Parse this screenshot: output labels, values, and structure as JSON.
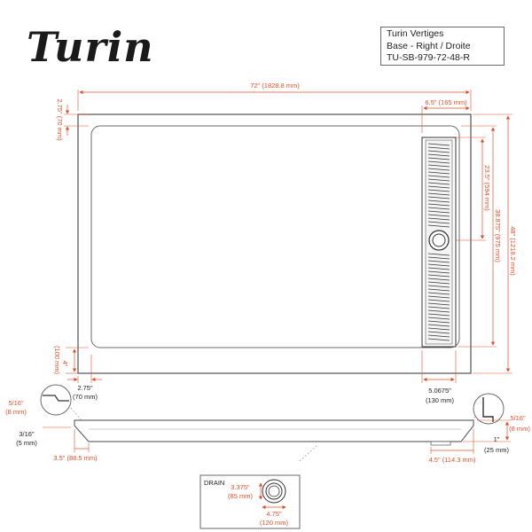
{
  "brand": {
    "logo_text": "Turin"
  },
  "info": {
    "line1": "Turin Vertiges",
    "line2": "Base - Right / Droite",
    "line3": "TU-SB-979-72-48-R"
  },
  "dims": {
    "width": "72\" (1828.8 mm)",
    "drain_offset": "6.5\" (165 mm)",
    "drain_length": "23.5\" (594 mm)",
    "inner_depth": "38.875\" (975 mm)",
    "depth": "48\" (1219.2 mm)",
    "top_flange": "2.75\" (70 mm)",
    "bottom_apron_in": "4\"",
    "bottom_apron_mm": "(100 mm)",
    "left_flange_in": "2.75\"",
    "left_flange_mm": "(70 mm)",
    "drain_width_in": "5.0675\"",
    "drain_width_mm": "(130 mm)",
    "lip_in": "5/16\"",
    "lip_mm": "(8 mm)",
    "lip2_in": "3/16\"",
    "lip2_mm": "(5 mm)",
    "side_left": "3.5\" (88.5 mm)",
    "side_right": "4.5\" (114.3 mm)",
    "flange_in": "5/16\"",
    "flange_mm": "(8 mm)",
    "height_in": "1\"",
    "height_mm": "(25 mm)"
  },
  "drain_detail": {
    "label": "DRAIN",
    "dia_in": "3.375\"",
    "dia_mm": "(85 mm)",
    "w_in": "4.75\"",
    "w_mm": "(120 mm)"
  },
  "colors": {
    "dimension": "#e0502a",
    "outline": "#6a6a6a",
    "text": "#222222"
  }
}
